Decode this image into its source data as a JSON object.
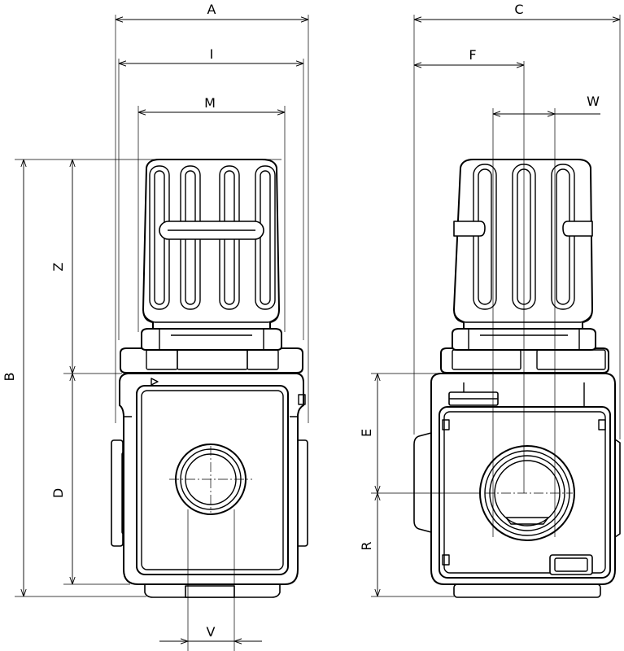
{
  "dimensions": {
    "A": "A",
    "I": "I",
    "M": "M",
    "C": "C",
    "F": "F",
    "W": "W",
    "B": "B",
    "Z": "Z",
    "D": "D",
    "E": "E",
    "R": "R",
    "V": "V"
  }
}
